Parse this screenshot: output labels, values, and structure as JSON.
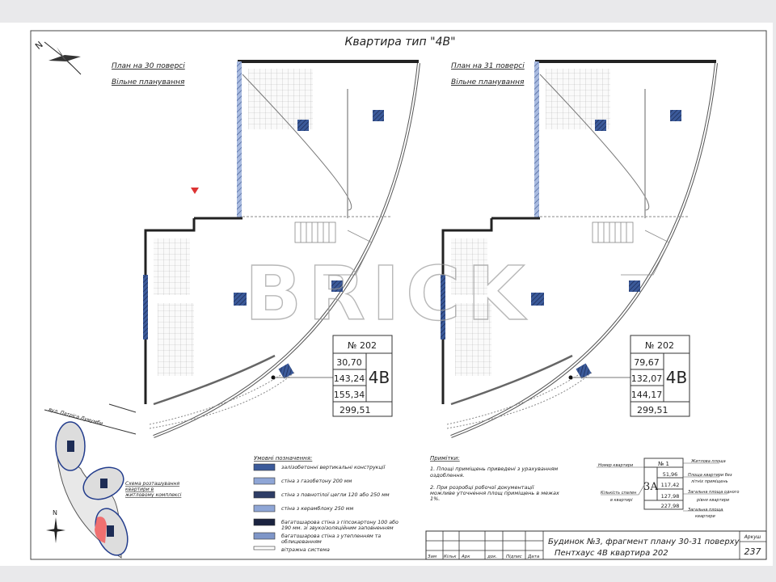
{
  "sheet_title": "Квартира тип \"4В\"",
  "plan_left": {
    "title": "План на 30 поверсі",
    "subtitle": "Вільне планування",
    "info": {
      "number": "№ 202",
      "values": [
        "30,70",
        "143,24",
        "155,34"
      ],
      "total": "299,51",
      "type": "4В"
    }
  },
  "plan_right": {
    "title": "План на 31 поверсі",
    "subtitle": "Вільне планування",
    "info": {
      "number": "№ 202",
      "values": [
        "79,67",
        "132,07",
        "144,17"
      ],
      "total": "299,51",
      "type": "4В"
    }
  },
  "watermark": "BRICK",
  "compass_top": "N",
  "compass_bottom": "N",
  "street": "вул. Патріса Лумумби",
  "scheme_caption": [
    "Схема розташування",
    "квартири в",
    "житловому комплексі"
  ],
  "legend": {
    "title": "Умовні позначення:",
    "items": [
      {
        "lines": [
          "залізобетонні вертикальні конструкції"
        ],
        "color": "#3b5a9a"
      },
      {
        "lines": [
          "стіна з газобетону 200 мм"
        ],
        "color": "#8fa6d6"
      },
      {
        "lines": [
          "стіна з повнотілої цегли 120 або 250 мм"
        ],
        "color": "#2e3d66"
      },
      {
        "lines": [
          "стіна з керамблоку 250 мм"
        ],
        "color": "#8fa6d6"
      },
      {
        "lines": [
          "багатошарова стіна з гіпсокартону 100 або",
          "190 мм. зі звукоізоляційним заповненням"
        ],
        "color": "#1b2340"
      },
      {
        "lines": [
          "багатошарова стіна з утепленням та",
          "облицюванням"
        ],
        "color": "#7f96c8"
      },
      {
        "lines": [
          "вітражна система"
        ],
        "color": "#ffffff"
      }
    ]
  },
  "notes": {
    "title": "Примітки:",
    "items": [
      [
        "1. Площі приміщень приведені з урахуванням",
        "оздоблення."
      ],
      [
        "2. При розробці робочої документації",
        "можливе уточнення площ приміщень в межах",
        "1%."
      ]
    ]
  },
  "key": {
    "number": "№ 1",
    "rooms": "3А",
    "values": [
      "51,96",
      "117,42",
      "127,98"
    ],
    "total": "227,98",
    "labels": {
      "apt_number": "Номер квартири",
      "bedrooms": [
        "Кількість спален",
        "в квартирі"
      ],
      "living": "Житлова площа",
      "no_summer": [
        "Площа квартири без",
        "літніх приміщень"
      ],
      "level": [
        "Загальна площа одного",
        "рівня квартири"
      ],
      "total": [
        "Загальна площа",
        "квартири"
      ]
    }
  },
  "title_block": {
    "columns": [
      "Зам",
      "Кільк",
      "Арк",
      "док.",
      "Підпис",
      "Дата"
    ],
    "line1": "Будинок №3, фрагмент плану 30-31 поверху",
    "line2": "Пентхаус 4В квартира 202",
    "sheet_label": "Аркуш",
    "sheet_number": "237"
  }
}
